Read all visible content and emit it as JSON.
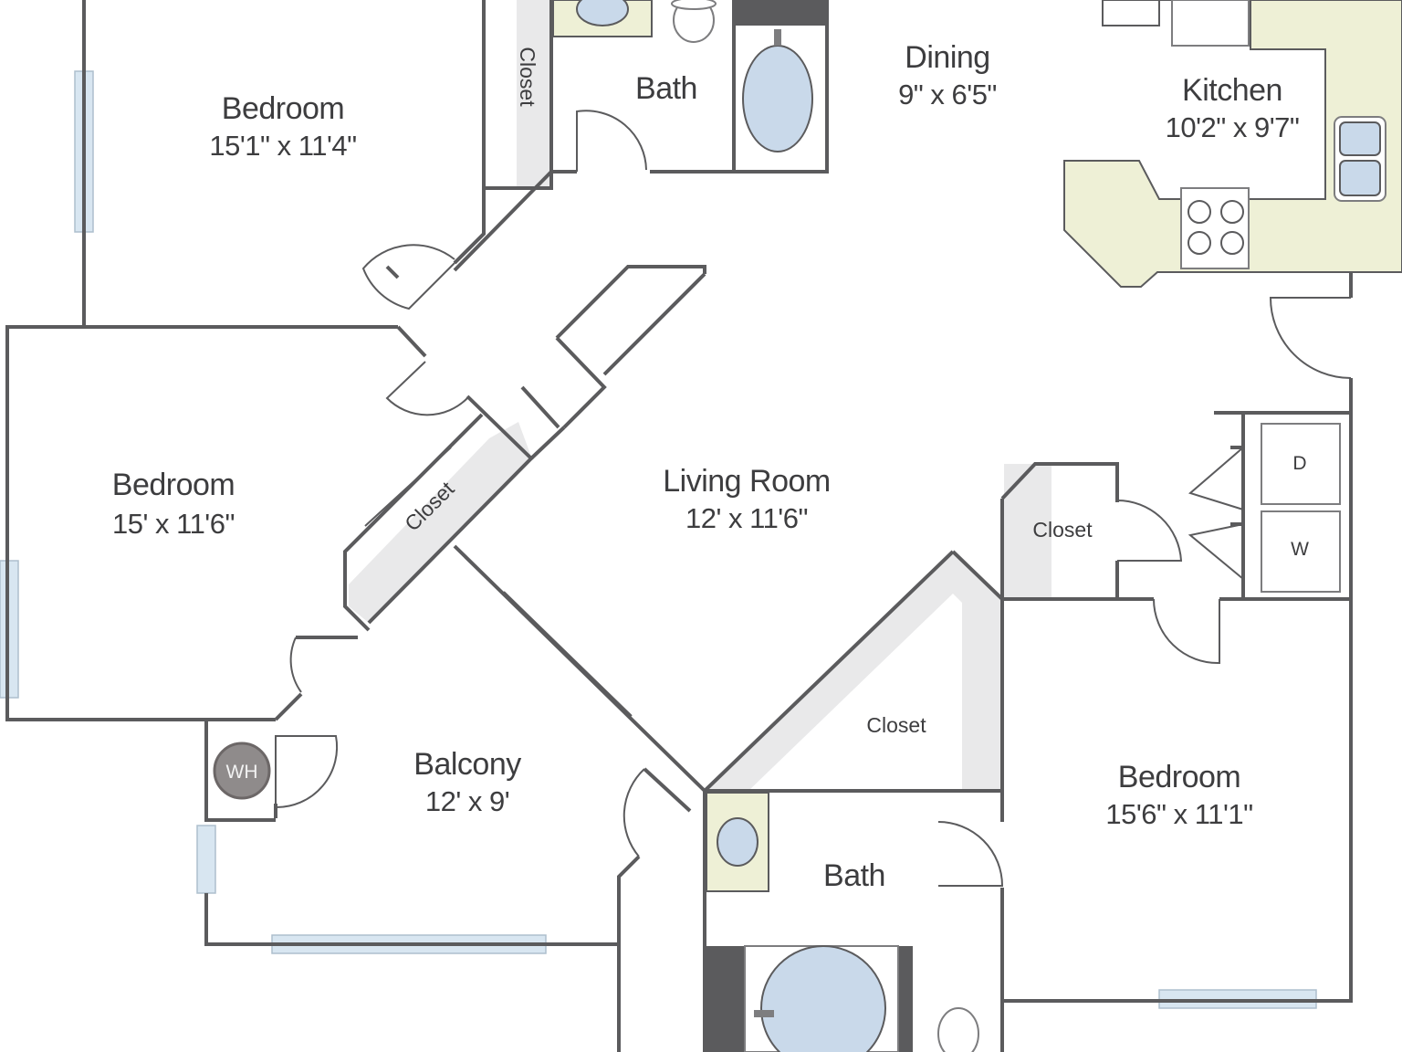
{
  "rooms": {
    "bedroom_top_left": {
      "name": "Bedroom",
      "dims": "15'1\" x 11'4\""
    },
    "bedroom_left": {
      "name": "Bedroom",
      "dims": "15' x 11'6\""
    },
    "bedroom_right": {
      "name": "Bedroom",
      "dims": "15'6\" x 11'1\""
    },
    "bath_top": {
      "name": "Bath"
    },
    "bath_bottom": {
      "name": "Bath"
    },
    "dining": {
      "name": "Dining",
      "dims": "9\" x 6'5\""
    },
    "kitchen": {
      "name": "Kitchen",
      "dims": "10'2\" x 9'7\""
    },
    "living_room": {
      "name": "Living Room",
      "dims": "12' x 11'6\""
    },
    "balcony": {
      "name": "Balcony",
      "dims": "12' x 9'"
    }
  },
  "closets": {
    "top": "Closet",
    "left_diagonal": "Closet",
    "right": "Closet",
    "center_triangle": "Closet"
  },
  "appliances": {
    "dryer": "D",
    "washer": "W",
    "water_heater": "WH"
  },
  "icons": {
    "door": "door-swing-icon",
    "window": "window-icon",
    "tub": "bathtub-icon",
    "toilet": "toilet-icon",
    "sink": "sink-icon",
    "stove": "stove-icon",
    "fridge": "refrigerator-icon"
  },
  "colors": {
    "wall": "#5b5b5d",
    "window": "#d8e6f1",
    "counter": "#eef0d6",
    "closet": "#e9e9ea",
    "fixture": "#c9d9ea"
  }
}
